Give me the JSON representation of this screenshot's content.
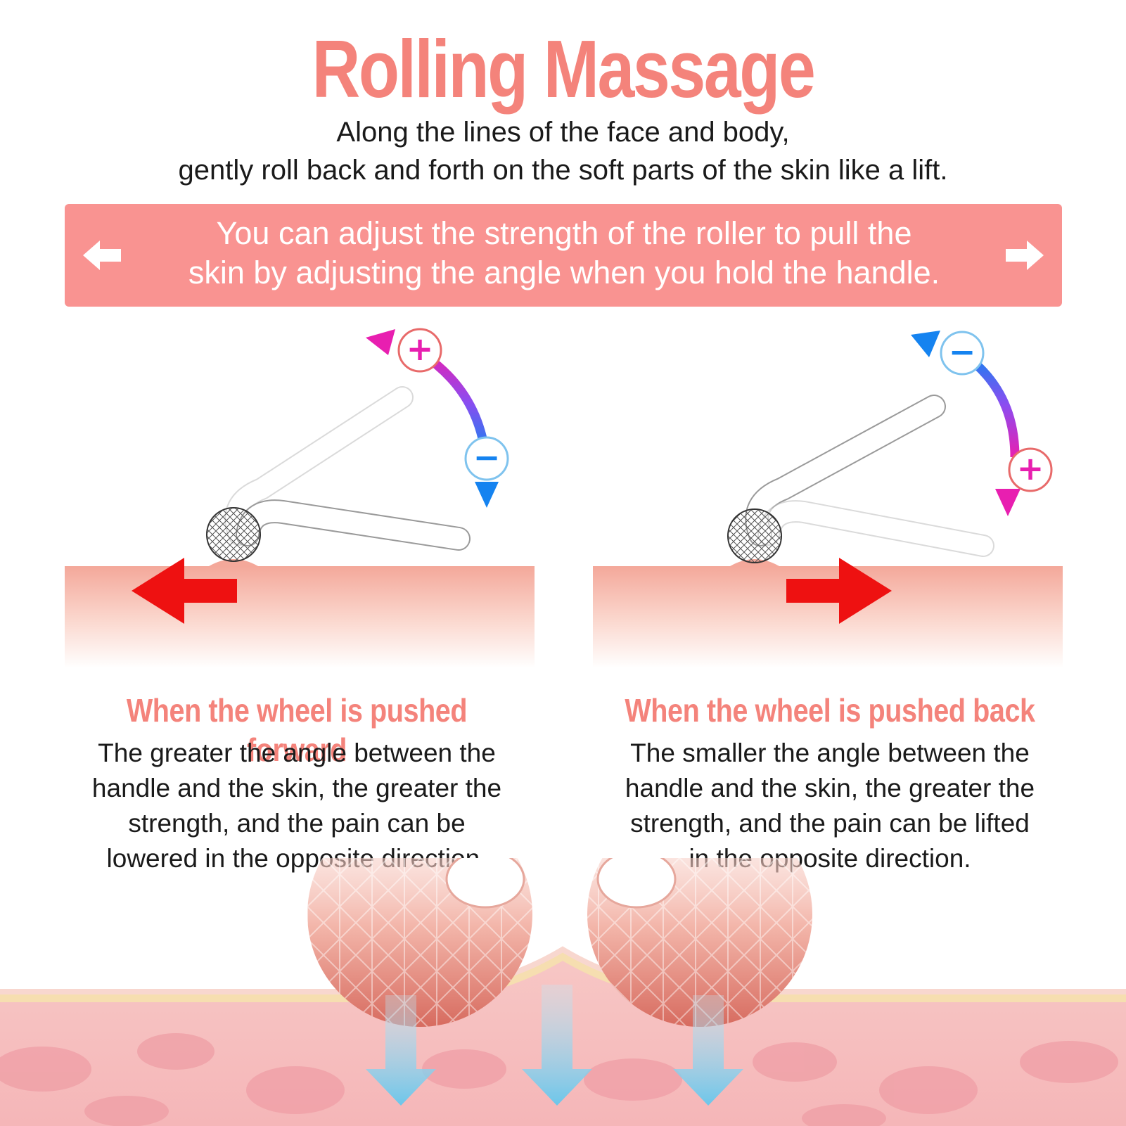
{
  "header": {
    "title": "Rolling Massage",
    "subtitle_line1": "Along the lines of the face and body,",
    "subtitle_line2": "gently roll back and forth on the soft parts of the skin like a lift."
  },
  "banner": {
    "line1": "You can adjust the strength of the roller to pull the",
    "line2": "skin by adjusting the angle when you hold the handle.",
    "left_icon": "arrow-left-icon",
    "right_icon": "arrow-right-icon"
  },
  "cases": [
    {
      "heading": "When the wheel is pushed forward",
      "line1": "The greater the angle between the",
      "line2": "handle and the skin, the greater the",
      "line3": "strength, and the pain can be",
      "line4": "lowered in the opposite direction.",
      "top_symbol": "+",
      "bottom_symbol": "−"
    },
    {
      "heading": "When the wheel is pushed back",
      "line1": "The smaller the angle between the",
      "line2": "handle and the skin, the greater the",
      "line3": "strength, and the pain can be lifted",
      "line4": "in the opposite direction.",
      "top_symbol": "−",
      "bottom_symbol": "+"
    }
  ],
  "colors": {
    "accent": "#f4837b",
    "banner": "#f99391",
    "plus": "#e81fb0",
    "minus": "#1583f0",
    "motion_arrow": "#ee1111",
    "pressure_arrow": "#7fd0ee"
  }
}
